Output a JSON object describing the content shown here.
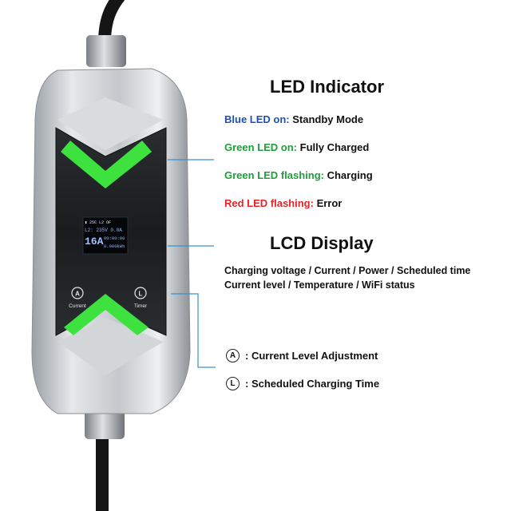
{
  "device": {
    "status_bar": "▮ 25C L2 OF",
    "voltage_line": "L2: 235V  0.0A",
    "current_big": "16A",
    "time_line": "00:00:00",
    "energy_line": "0.000kWh",
    "buttons": {
      "current": {
        "symbol": "A",
        "label": "Current"
      },
      "timer": {
        "symbol": "L",
        "label": "Timer"
      }
    }
  },
  "led_indicator": {
    "heading": "LED Indicator",
    "items": [
      {
        "prefix": "Blue LED on:",
        "text": "Standby Mode",
        "color": "#1f4fb3"
      },
      {
        "prefix": "Green LED on:",
        "text": "Fully Charged",
        "color": "#1f9e3a"
      },
      {
        "prefix": "Green LED flashing:",
        "text": "Charging",
        "color": "#1f9e3a"
      },
      {
        "prefix": "Red LED flashing:",
        "text": "Error",
        "color": "#e0262b"
      }
    ]
  },
  "lcd_display": {
    "heading": "LCD Display",
    "line1": "Charging voltage / Current / Power / Scheduled time",
    "line2": "Current level / Temperature / WiFi status"
  },
  "button_legend": [
    {
      "symbol": "A",
      "text": ": Current Level Adjustment"
    },
    {
      "symbol": "L",
      "text": ": Scheduled Charging Time"
    }
  ],
  "colors": {
    "callout_line": "#3a8fd0",
    "led_green": "#36e03c"
  }
}
